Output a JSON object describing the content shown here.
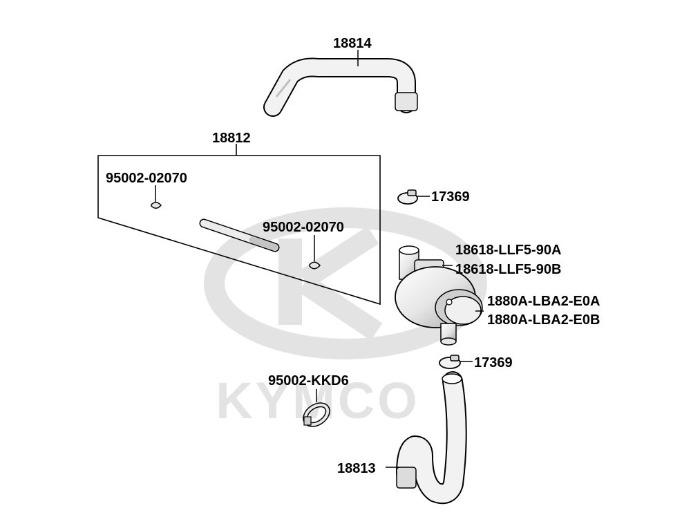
{
  "watermark": {
    "brand_text": "KYMCO",
    "logo_icon": "kymco-logo-icon",
    "color": "#e3e3e3"
  },
  "parts": {
    "hose_top": "18814",
    "tube_set": "18812",
    "clip_left": "95002-02070",
    "clip_right": "95002-02070",
    "clamp_upper": "17369",
    "valve_a": "18618-LLF5-90A",
    "valve_b": "18618-LLF5-90B",
    "filter_a": "1880A-LBA2-E0A",
    "filter_b": "1880A-LBA2-E0B",
    "clamp_lower": "17369",
    "band_clamp": "95002-KKD6",
    "hose_bottom": "18813"
  },
  "colors": {
    "line": "#000000",
    "part_fill": "#f2f2f2",
    "part_dark": "#cfcfcf"
  }
}
